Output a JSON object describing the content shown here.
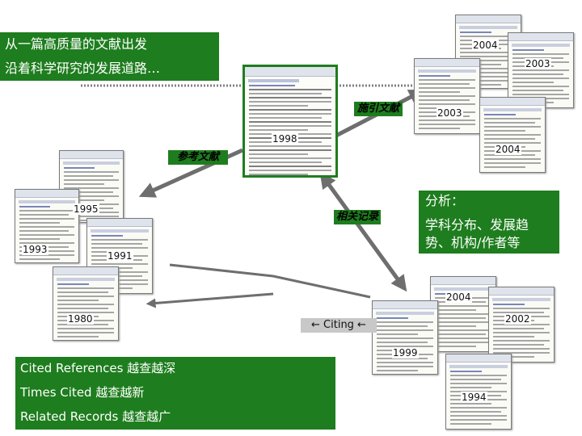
{
  "intro": {
    "line1": "从一篇高质量的文献出发",
    "line2": "沿着科学研究的发展道路…"
  },
  "labels": {
    "citing_refs": "施引文献",
    "cited_refs": "参考文献",
    "related": "相关记录",
    "citing_arrow": "← Citing ←"
  },
  "analysis": {
    "title": "分析：",
    "line1": "学科分布、发展趋",
    "line2": "势、机构/作者等"
  },
  "summary": {
    "line1": "Cited References 越查越深",
    "line2": "Times Cited 越查越新",
    "line3": "Related Records 越查越广"
  },
  "years": {
    "center": "1998",
    "citing_top_1": "2004",
    "citing_top_2": "2003",
    "citing_top_3": "2003",
    "citing_top_4": "2004",
    "ref_1": "1995",
    "ref_2": "1993",
    "ref_3": "1991",
    "ref_4": "1980",
    "related_1": "2004",
    "related_2": "2002",
    "related_3": "1999",
    "related_4": "1994"
  },
  "colors": {
    "box_green": "#1e7d1e",
    "arrow_gray": "#6e6e6e",
    "dotted_line": "#808080"
  },
  "icons": {
    "arrow_head": "triangle"
  }
}
